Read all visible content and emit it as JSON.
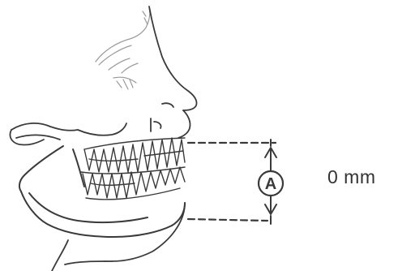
{
  "figure": {
    "marker_letter": "A",
    "measurement_label": "0 mm",
    "line_color": "#3a3a3a",
    "icons": [
      "skull-jaw-profile-illustration",
      "double-headed-arrow-icon",
      "circled-letter-marker"
    ]
  }
}
